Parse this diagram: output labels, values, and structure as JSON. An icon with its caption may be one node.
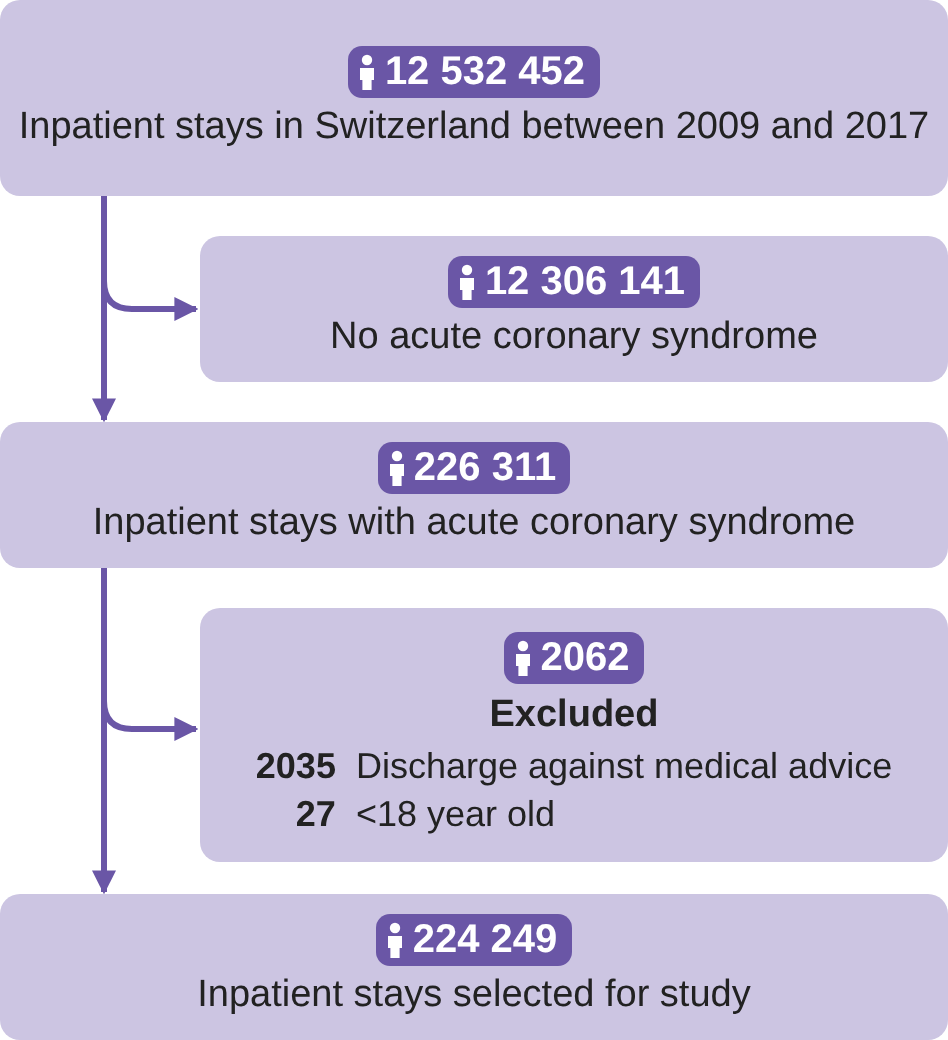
{
  "diagram": {
    "nodes": [
      {
        "text": [
          "12 532 452",
          "Inpatient stays in Switzerland between 2009 and 2017"
        ]
      },
      {
        "text": [
          "12 306 141",
          "No acute coronary syndrome"
        ]
      },
      {
        "text": [
          "226 311",
          "Inpatient stays with acute coronary syndrome"
        ]
      },
      {
        "text": [
          "2062",
          "Excluded",
          "2035",
          "Discharge against medical advice",
          "27",
          "<18 year old"
        ]
      },
      {
        "text": [
          "224 249",
          "Inpatient stays selected for study"
        ]
      }
    ],
    "edges": [
      {
        "from": 0,
        "to": 2,
        "arrow": "to"
      },
      {
        "from": 0,
        "to": 1,
        "arrow": "to"
      },
      {
        "from": 2,
        "to": 4,
        "arrow": "to"
      },
      {
        "from": 2,
        "to": 3,
        "arrow": "to"
      }
    ]
  }
}
